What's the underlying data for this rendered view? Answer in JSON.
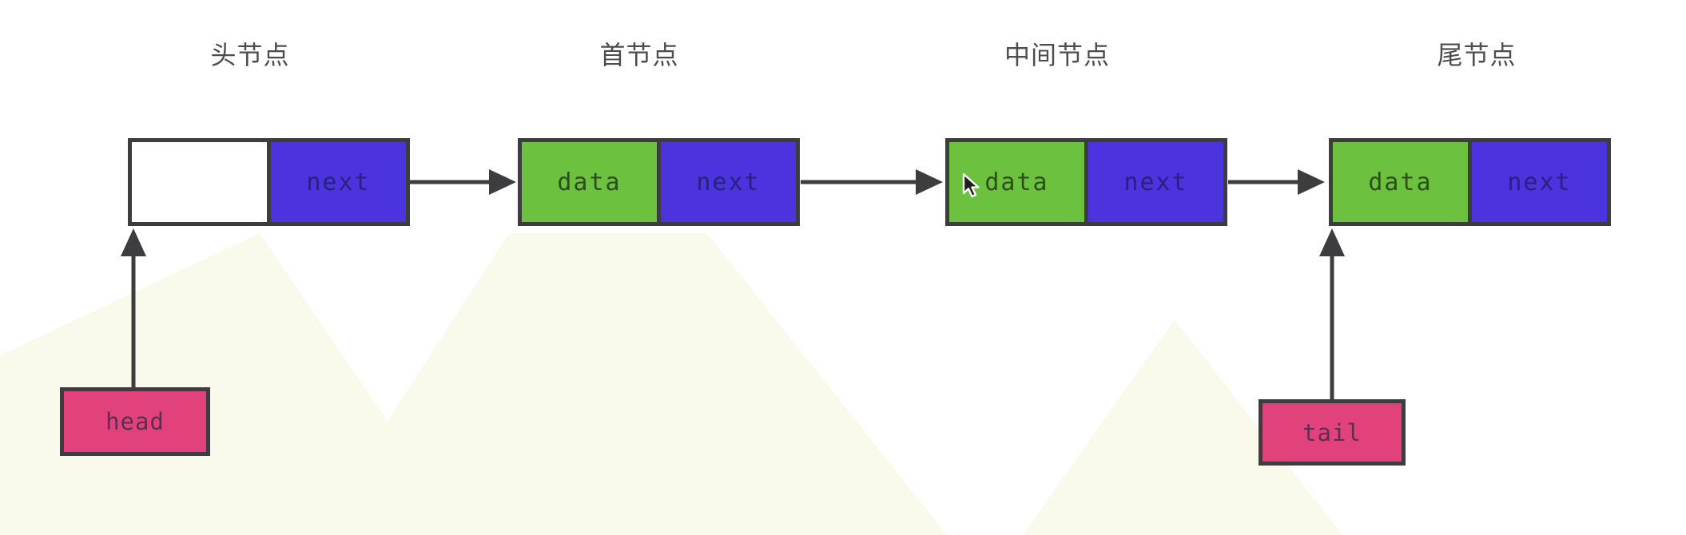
{
  "diagram": {
    "kind": "singly linked list",
    "column_labels": [
      "头节点",
      "首节点",
      "中间节点",
      "尾节点"
    ],
    "nodes": [
      {
        "data": "",
        "next": "next"
      },
      {
        "data": "data",
        "next": "next"
      },
      {
        "data": "data",
        "next": "next"
      },
      {
        "data": "data",
        "next": "next"
      }
    ],
    "pointers": [
      {
        "label": "head",
        "points_to": "头节点"
      },
      {
        "label": "tail",
        "points_to": "尾节点"
      }
    ],
    "cursor": {
      "icon": "arrow-pointer"
    },
    "colors": {
      "data_cell": "#6cc13f",
      "next_cell": "#4b34dd",
      "empty_cell": "#ffffff",
      "pointer_box": "#e2427b",
      "outline_and_arrows": "#3d3d40",
      "label_text": "#4d4d4d",
      "watermark": "#fafaec"
    }
  }
}
